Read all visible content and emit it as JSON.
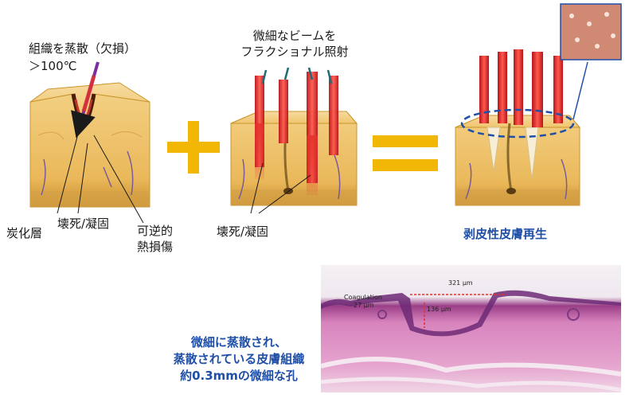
{
  "left_block": {
    "top_label_line1": "組織を蒸散（欠損）",
    "top_label_line2": "＞100℃",
    "label_carbonized": "炭化層",
    "label_necrosis": "壊死/凝固",
    "label_reversible_line1": "可逆的",
    "label_reversible_line2": "熱損傷"
  },
  "middle_block": {
    "top_label_line1": "微細なビームを",
    "top_label_line2": "フラクショナル照射",
    "label_necrosis": "壊死/凝固"
  },
  "right_block": {
    "caption": "剥皮性皮膚再生"
  },
  "micrograph": {
    "measure_width": "321 μm",
    "measure_depth": "136 μm",
    "label_coagulation": "Coagulation",
    "label_coagulation_depth": "27 μm"
  },
  "bottom_caption": {
    "line1": "微細に蒸散され、",
    "line2": "蒸散されている皮膚組織",
    "line3": "約0.3mmの微細な孔"
  },
  "colors": {
    "accent_blue": "#1f4fa6",
    "plus_equals_yellow": "#f2b705",
    "laser_red": "#e4312b",
    "skin_tan": "#f2cc7a"
  }
}
